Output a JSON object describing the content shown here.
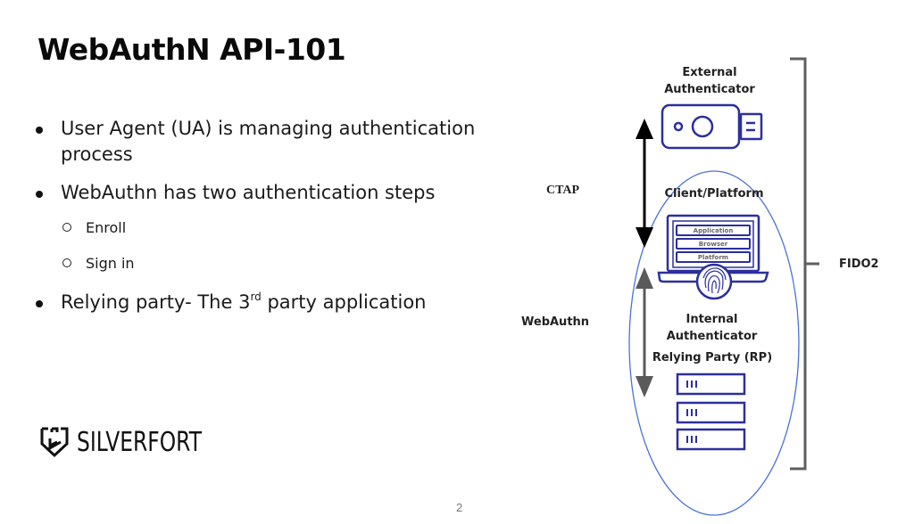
{
  "slide": {
    "title": "WebAuthN API-101",
    "page_number": "2",
    "bullets": [
      {
        "text": "User Agent (UA) is managing authentication process"
      },
      {
        "text": "WebAuthn has two authentication steps",
        "sub": [
          "Enroll",
          "Sign in"
        ]
      },
      {
        "text_before": "Relying party- The 3",
        "superscript": "rd",
        "text_after": " party application"
      }
    ],
    "logo": {
      "text": "SILVERFORT",
      "icon": "silverfort-shield-icon"
    }
  },
  "diagram": {
    "external_authenticator": "External\nAuthenticator",
    "external_line1": "External",
    "external_line2": "Authenticator",
    "client_platform": "Client/Platform",
    "stack_layers": [
      "Application",
      "Browser",
      "Platform"
    ],
    "internal_line1": "Internal",
    "internal_line2": "Authenticator",
    "relying_party": "Relying Party (RP)",
    "ctap_label": "CTAP",
    "webauthn_label": "WebAuthn",
    "fido2_label": "FIDO2",
    "colors": {
      "icon_blue": "#2b2f9e",
      "ellipse_blue": "#4a72d8",
      "ctap_arrow": "#000000",
      "webauthn_arrow": "#5a5a5a",
      "bracket_gray": "#5f5f5f"
    }
  }
}
